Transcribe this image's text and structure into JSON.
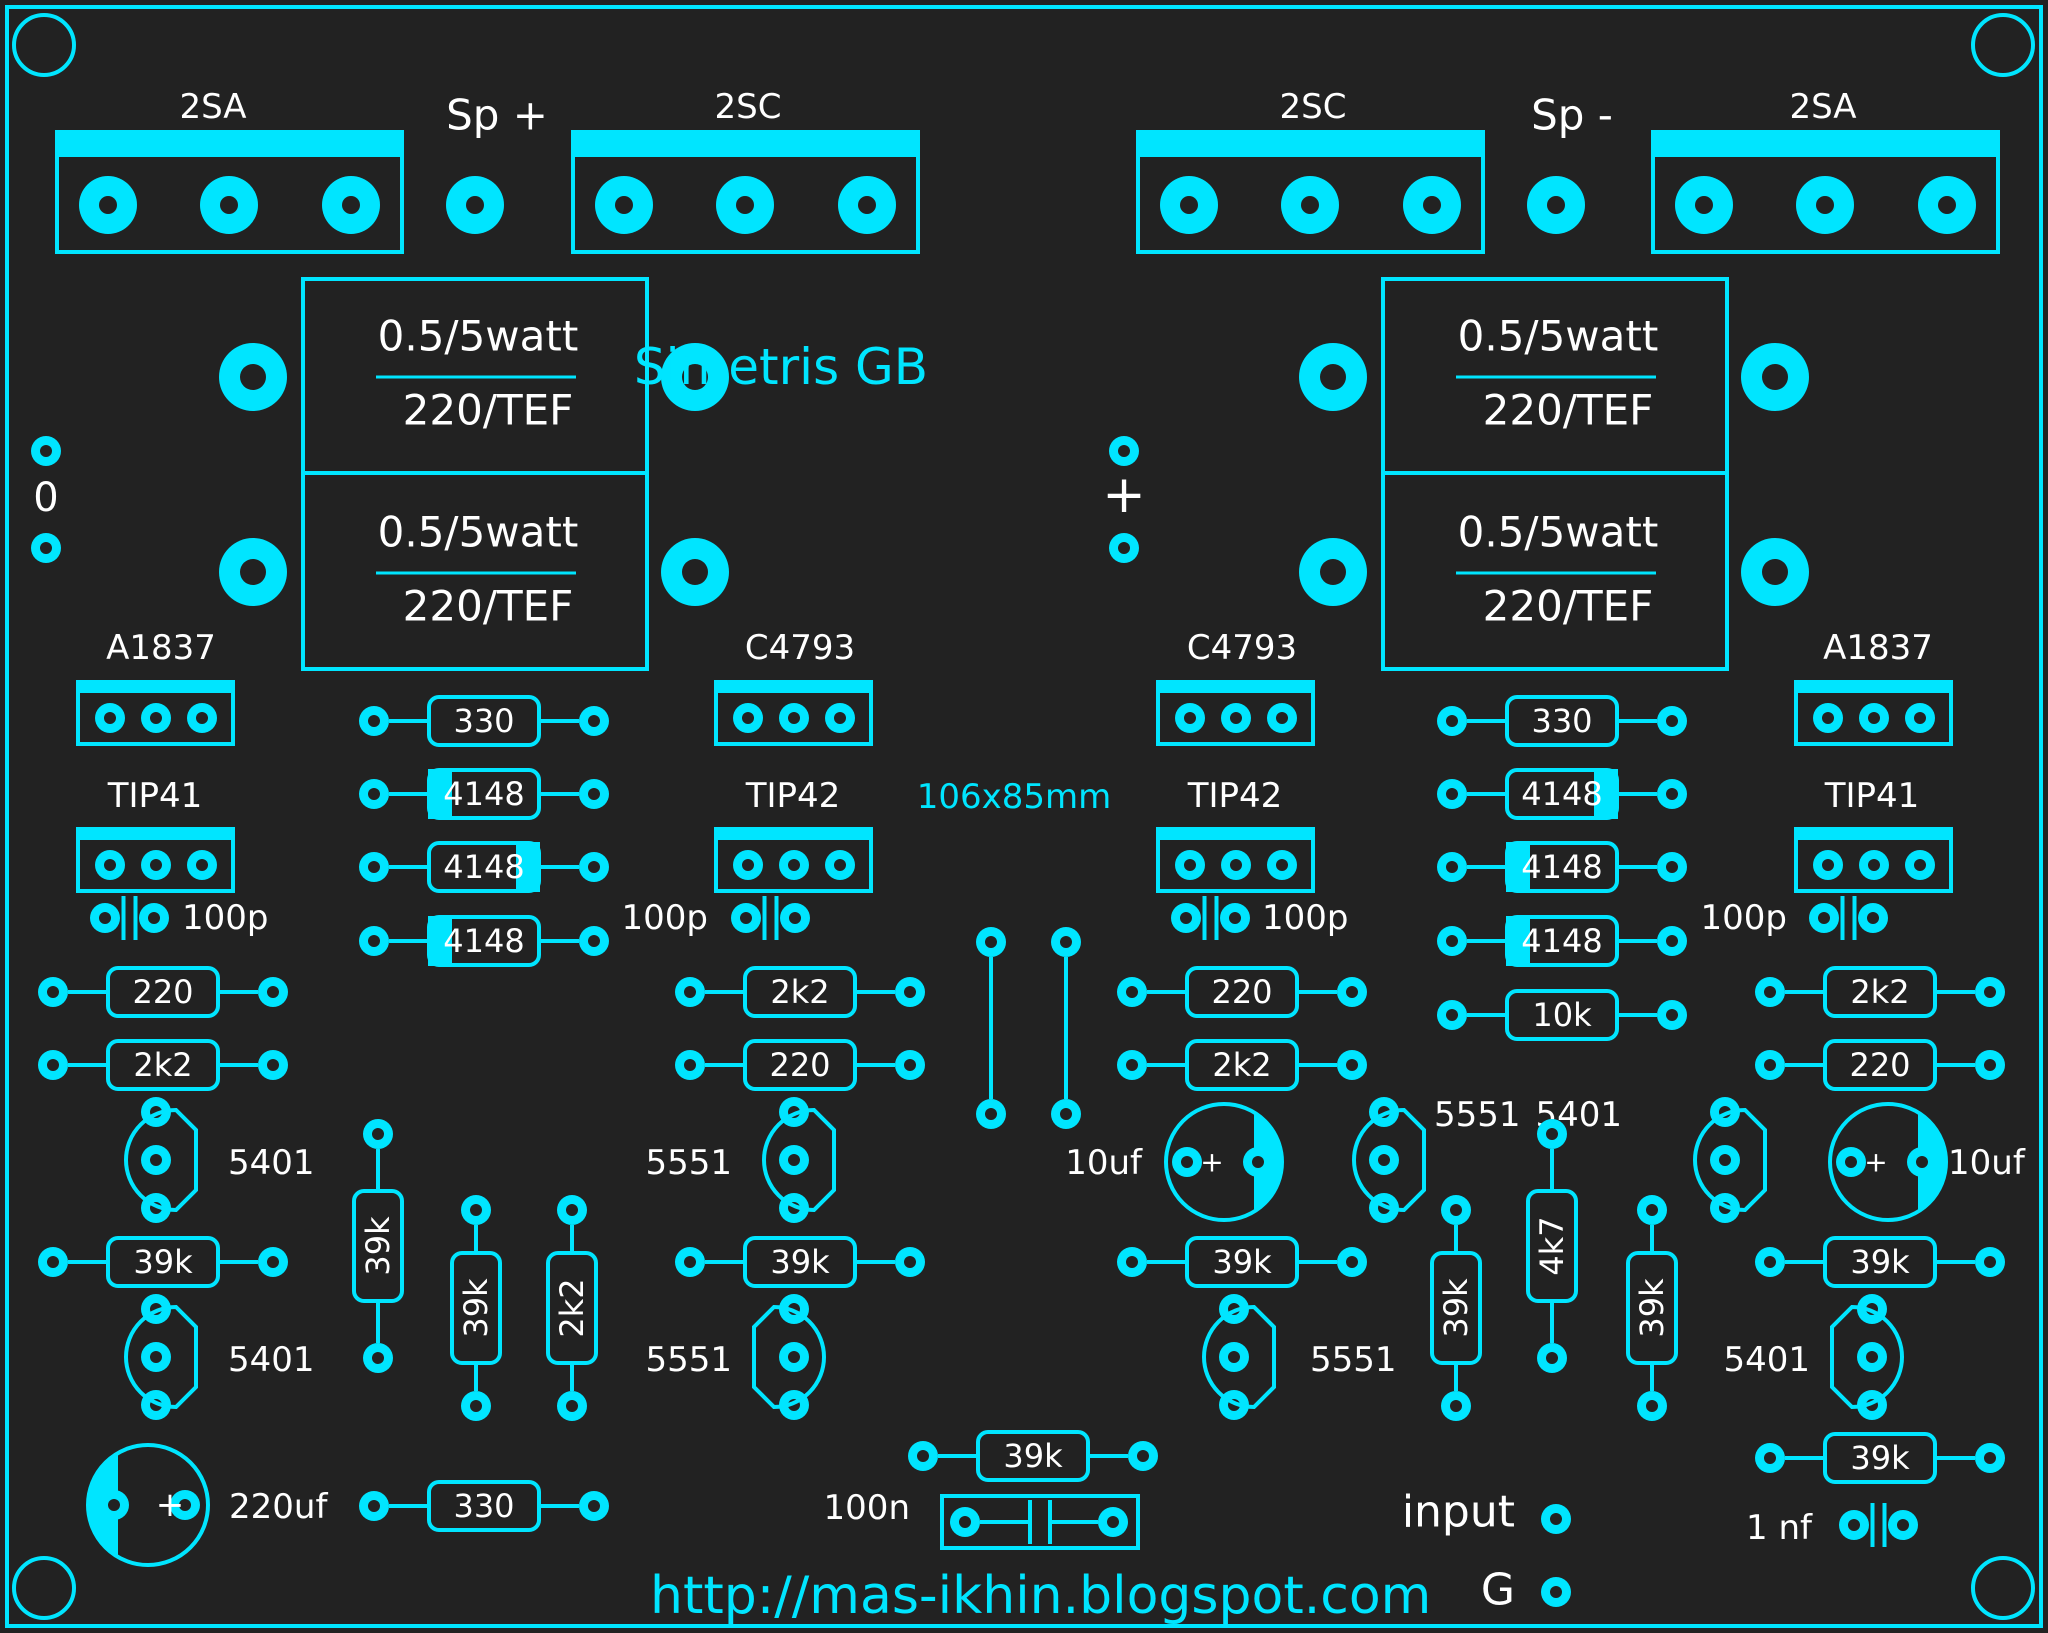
{
  "colors": {
    "background": "#222222",
    "copper": "#00E5FF",
    "silk": "#FFFFFF",
    "hole": "#222222"
  },
  "labels": {
    "title": "Simetris GB",
    "size": "106x85mm",
    "url": "http://mas-ikhin.blogspot.com",
    "tr_2sa": "2SA",
    "tr_2sc": "2SC",
    "sp_plus": "Sp +",
    "sp_minus": "Sp -",
    "res_top": "0.5/5watt",
    "res_bottom": "220/TEF",
    "zero": "0",
    "plus": "+",
    "a1837": "A1837",
    "c4793": "C4793",
    "tip41": "TIP41",
    "tip42": "TIP42",
    "cap_100p": "100p",
    "r330": "330",
    "d4148": "4148",
    "r220": "220",
    "r2k2": "2k2",
    "r39k": "39k",
    "r10k": "10k",
    "r4k7": "4k7",
    "q5401": "5401",
    "q5551": "5551",
    "cap_10uf": "10uf",
    "cap_220uf": "220uf",
    "cap_100n": "100n",
    "cap_1nf": "1 nf",
    "input": "input",
    "ground": "G"
  }
}
